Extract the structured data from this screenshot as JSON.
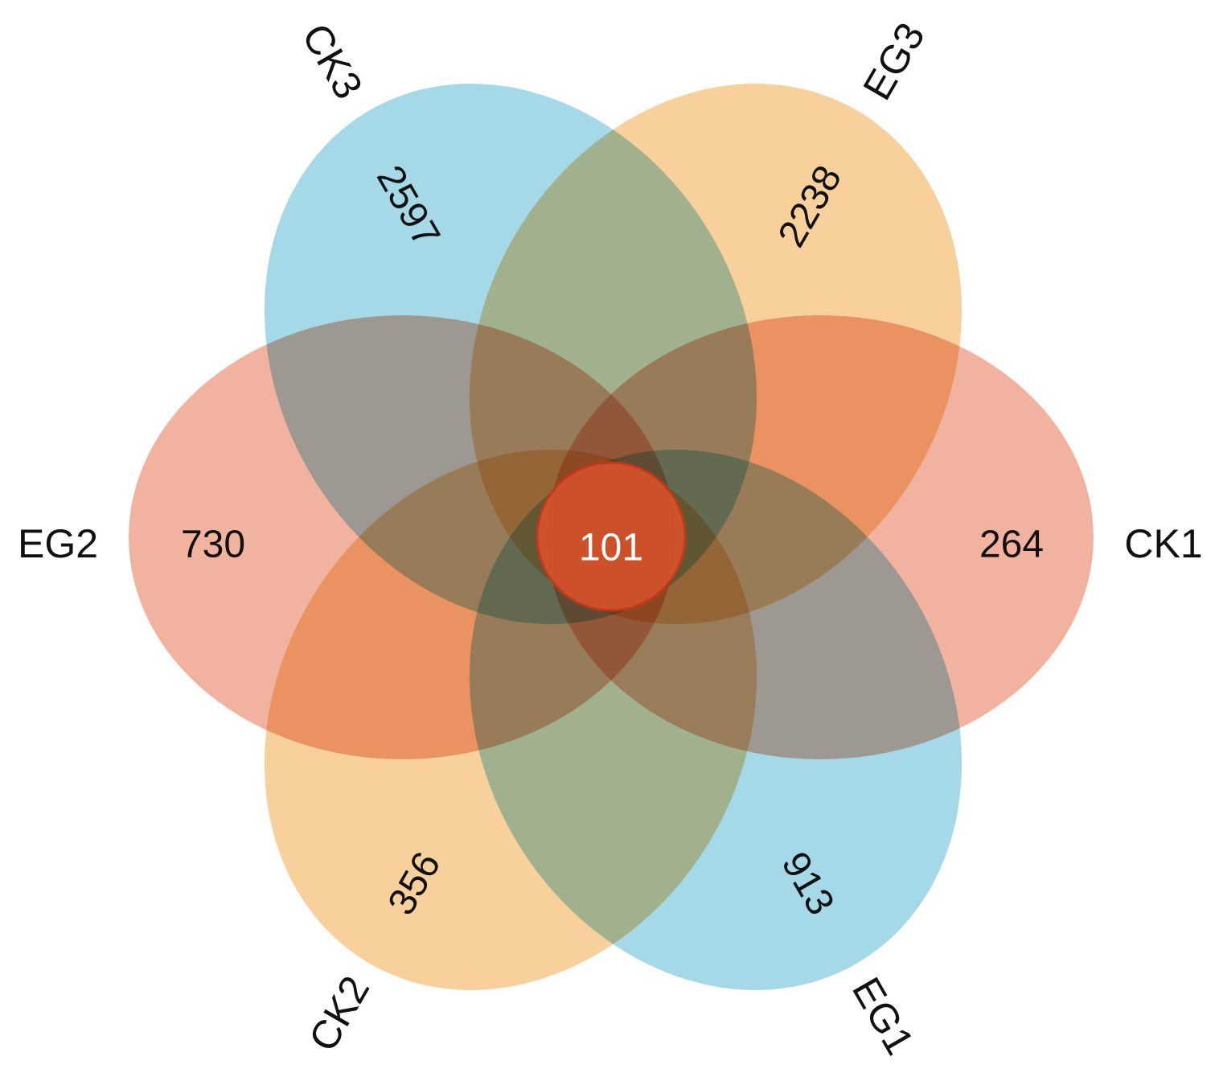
{
  "sets": [
    {
      "name": "CK3",
      "unique_count": "2597",
      "color": "#6BBFD8"
    },
    {
      "name": "EG3",
      "unique_count": "2238",
      "color": "#F3B15A"
    },
    {
      "name": "CK1",
      "unique_count": "264",
      "color": "#E8805F"
    },
    {
      "name": "EG1",
      "unique_count": "913",
      "color": "#6BBFD8"
    },
    {
      "name": "CK2",
      "unique_count": "356",
      "color": "#F3B15A"
    },
    {
      "name": "EG2",
      "unique_count": "730",
      "color": "#E8805F"
    }
  ],
  "core": {
    "count": "101",
    "fill": "#D9542A",
    "stroke": "#C8371C"
  }
}
